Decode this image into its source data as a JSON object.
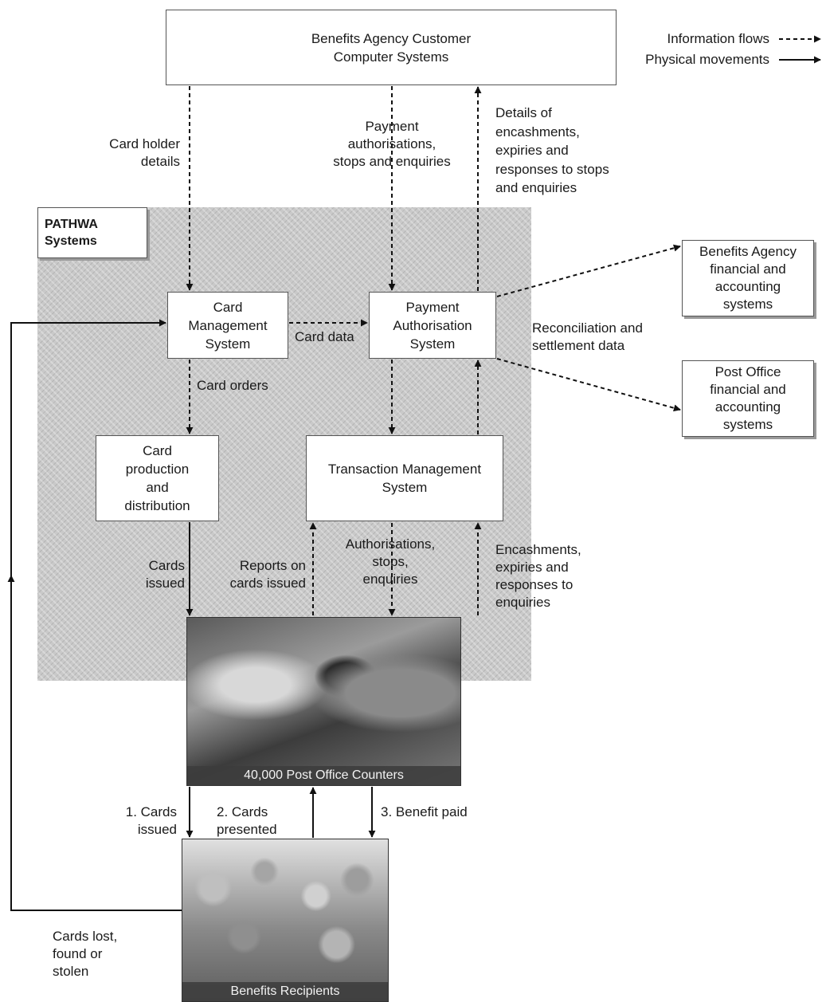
{
  "legend": {
    "information_flows": "Information flows",
    "physical_movements": "Physical movements"
  },
  "boxes": {
    "ba_customer_systems": "Benefits Agency Customer\nComputer Systems",
    "pathway_title": "PATHWA\nSystems",
    "card_management": "Card\nManagement\nSystem",
    "payment_authorisation": "Payment\nAuthorisation\nSystem",
    "card_production": "Card\nproduction\nand\ndistribution",
    "transaction_management": "Transaction Management\nSystem",
    "ba_financial": "Benefits Agency\nfinancial and\naccounting\nsystems",
    "po_financial": "Post Office\nfinancial and\naccounting\nsystems"
  },
  "photos": {
    "counters_caption": "40,000 Post Office Counters",
    "recipients_caption": "Benefits Recipients"
  },
  "labels": {
    "card_holder_details": "Card holder\ndetails",
    "payment_authorisations": "Payment\nauthorisations,\nstops and enquiries",
    "details_of_encashments": "Details of\nencashments,\nexpiries and\nresponses to stops\nand enquiries",
    "card_data": "Card data",
    "card_orders": "Card orders",
    "reconciliation": "Reconciliation and\nsettlement data",
    "cards_issued": "Cards\nissued",
    "reports_on_cards": "Reports on\ncards issued",
    "authorisations_stops": "Authorisations,\nstops,\nenquiries",
    "encashments_expiries": "Encashments,\nexpiries and\nresponses to\nenquiries",
    "cards_issued_1": "1. Cards\nissued",
    "cards_presented_2": "2. Cards\npresented",
    "benefit_paid_3": "3. Benefit paid",
    "cards_lost": "Cards lost,\nfound or\nstolen"
  }
}
